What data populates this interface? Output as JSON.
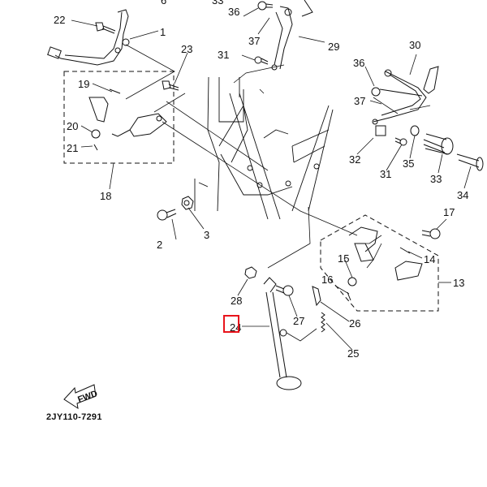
{
  "diagram": {
    "title": "Stand and footrest exploded parts diagram",
    "diagram_code": "2JY110-7291",
    "direction_badge": "FWD",
    "highlight_color": "#e8141c",
    "highlighted_part": "24",
    "labels": {
      "p1": "1",
      "p2": "2",
      "p3": "3",
      "p6": "6",
      "p13": "13",
      "p14": "14",
      "p15": "15",
      "p16": "16",
      "p17": "17",
      "p18": "18",
      "p19": "19",
      "p20": "20",
      "p21": "21",
      "p22": "22",
      "p23": "23",
      "p24": "24",
      "p25": "25",
      "p26": "26",
      "p27": "27",
      "p28": "28",
      "p29": "29",
      "p30": "30",
      "p31a": "31",
      "p31b": "31",
      "p32": "32",
      "p33": "33",
      "p33top": "33",
      "p34": "34",
      "p35": "35",
      "p36a": "36",
      "p36b": "36",
      "p37a": "37",
      "p37b": "37"
    }
  }
}
